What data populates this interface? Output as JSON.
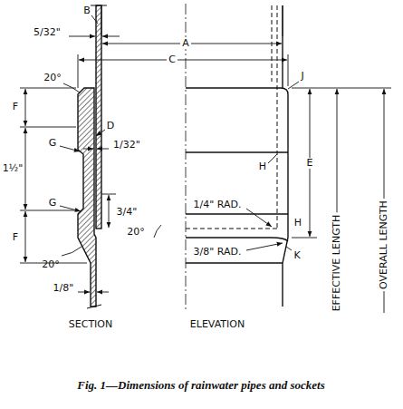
{
  "diagram": {
    "caption": "Fig. 1—Dimensions of rainwater pipes and sockets",
    "labels": [
      "B",
      "5/32\"",
      "A",
      "C",
      "20°",
      "F",
      "G",
      "D",
      "1/32\"",
      "1½\"",
      "3/4\"",
      "G",
      "F",
      "20°",
      "1/8\"",
      "20°",
      "1/4\" RAD.",
      "3/8\" RAD.",
      "H",
      "H",
      "J",
      "K",
      "E",
      "EFFECTIVE LENGTH",
      "OVERALL LENGTH",
      "SECTION",
      "ELEVATION"
    ]
  }
}
